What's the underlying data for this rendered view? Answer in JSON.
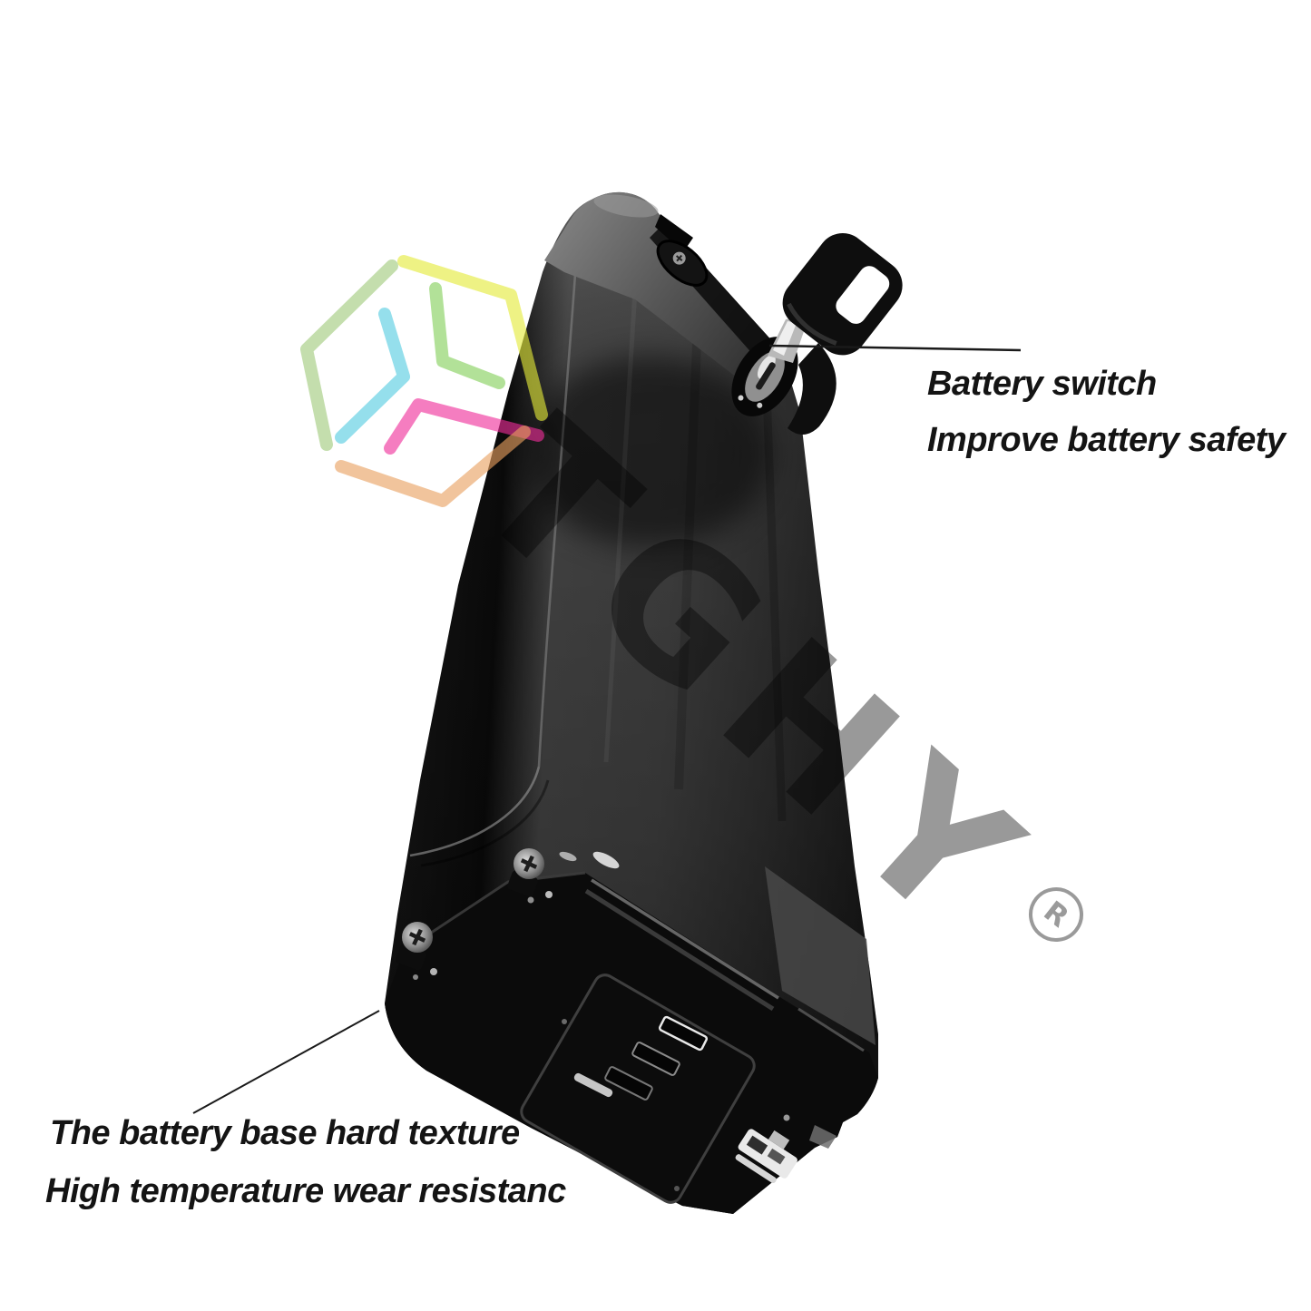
{
  "background_color": "#ffffff",
  "brand": {
    "watermark_text": "TGHY",
    "registered_symbol": "R",
    "watermark_color": "#909090",
    "logo_colors": {
      "pale_green": "#9fc97a",
      "yellow": "#e3ea38",
      "cyan": "#54cbe0",
      "green": "#82cf58",
      "pink": "#ef2d9a",
      "orange": "#e8a060"
    }
  },
  "figure": {
    "subject_icons": [
      "battery-pack",
      "battery-lock",
      "key",
      "screw",
      "discharge-connector"
    ],
    "battery_color": "#1a1a1a"
  },
  "annotations": {
    "battery_switch": {
      "line1": "Battery switch",
      "line2": "Improve battery safety"
    },
    "battery_base": {
      "line1": "The battery base hard texture",
      "line2": "High temperature wear resistanc"
    }
  }
}
